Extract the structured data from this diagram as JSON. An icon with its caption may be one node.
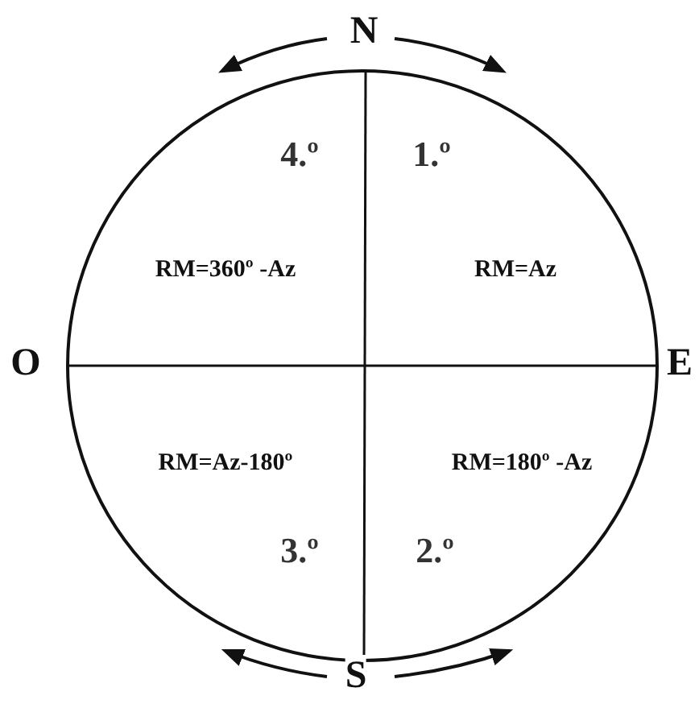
{
  "diagram": {
    "labels": [
      "N",
      "4.º",
      "1.º",
      "RM=360º -Az",
      "RM=Az",
      "O",
      "E",
      "RM=Az-180º",
      "RM=180º -Az",
      "3.º",
      "2.º",
      "S"
    ]
  }
}
